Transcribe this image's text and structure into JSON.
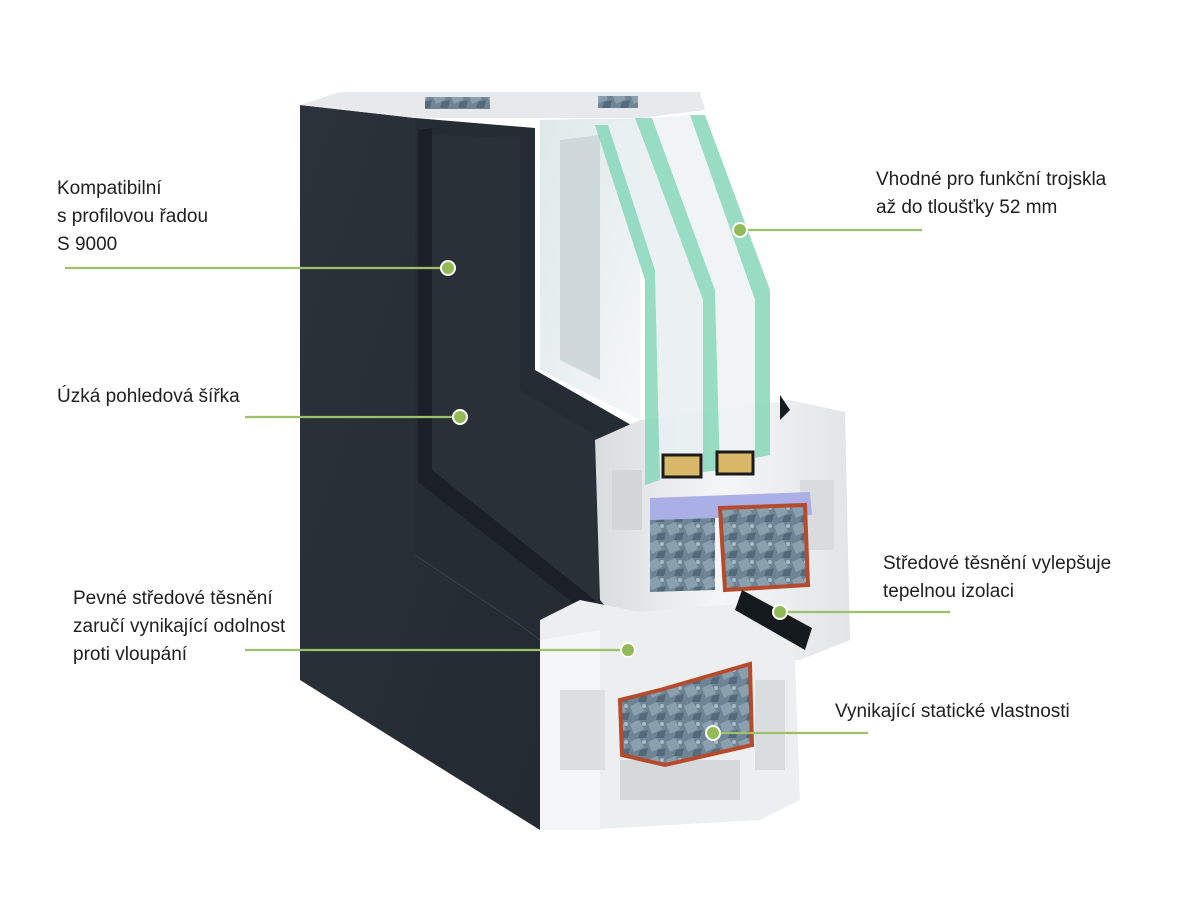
{
  "colors": {
    "background": "#ffffff",
    "accent_line": "#9dc06a",
    "accent_dot": "#93bb55",
    "frame_dark": "#2c333b",
    "frame_white": "#eef0f1",
    "glass_edge": "#7fd0b6",
    "reinforcement_red": "#b64a2c",
    "insulation_purple": "#aab0e6",
    "text": "#1f1f1f"
  },
  "callouts": [
    {
      "id": "compatible",
      "lines": [
        "Kompatibilní",
        "s profilovou řadou",
        "S 9000"
      ]
    },
    {
      "id": "narrow-width",
      "lines": [
        "Úzká pohledová šířka"
      ]
    },
    {
      "id": "center-seal-security",
      "lines": [
        "Pevné středové těsnění",
        "zaručí vynikající odolnost",
        "proti vloupání"
      ]
    },
    {
      "id": "triple-glazing",
      "lines": [
        "Vhodné pro funkční trojskla",
        "až do tloušťky 52 mm"
      ]
    },
    {
      "id": "center-seal-insulation",
      "lines": [
        "Středové těsnění vylepšuje",
        "tepelnou izolaci"
      ]
    },
    {
      "id": "static-properties",
      "lines": [
        "Vynikající statické vlastnosti"
      ]
    }
  ]
}
